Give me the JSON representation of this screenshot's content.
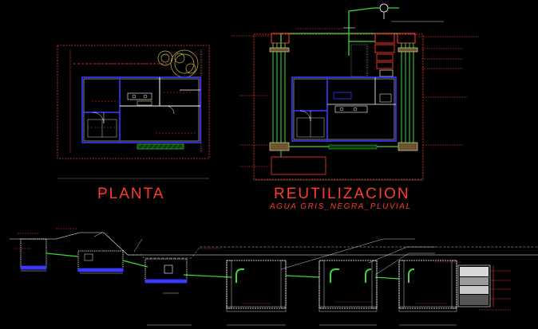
{
  "titles": {
    "planta": "PLANTA",
    "reutilizacion": "REUTILIZACION",
    "subtitle": "AGUA GRIS_NEGRA_PLUVIAL"
  },
  "colors": {
    "background": "#000000",
    "wall": "#ffffff",
    "blue": "#3a3aff",
    "green": "#3ad83a",
    "red": "#ff3b2e",
    "orange": "#ff8a1e",
    "cream": "#ffe8b0",
    "cyan": "#38d6ff",
    "tree": "#d6b23c"
  }
}
